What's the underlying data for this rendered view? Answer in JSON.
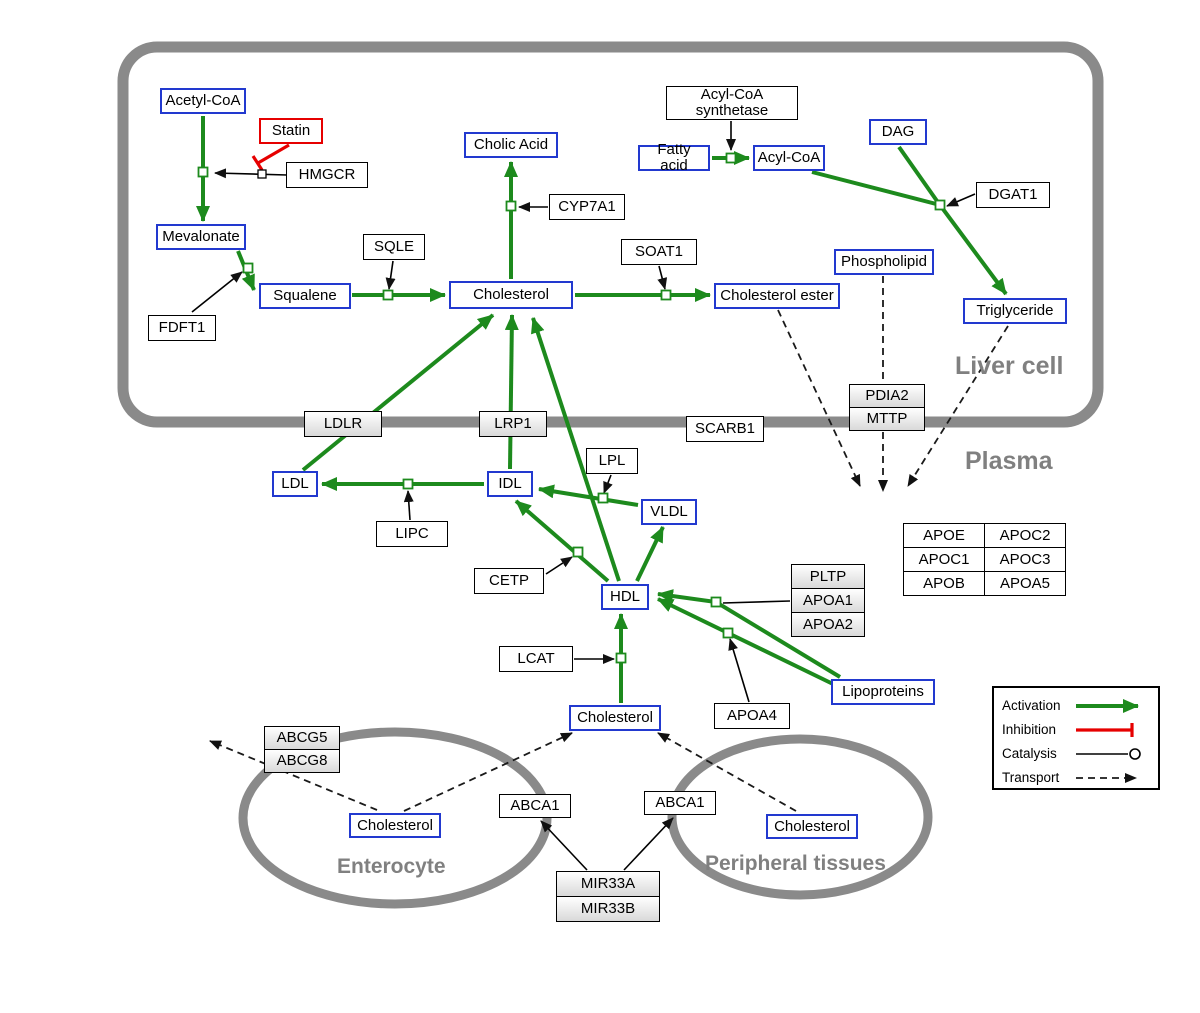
{
  "colors": {
    "activation_green": "#1d8a1d",
    "inhibition_red": "#e60000",
    "metabolite_blue": "#2239cf",
    "membrane_gray": "#8a8a8a"
  },
  "compartments": {
    "liver": "Liver cell",
    "plasma": "Plasma",
    "enterocyte": "Enterocyte",
    "peripheral": "Peripheral tissues"
  },
  "legend": {
    "activation": "Activation",
    "inhibition": "Inhibition",
    "catalysis": "Catalysis",
    "transport": "Transport"
  },
  "nodes": {
    "acetyl_coa": "Acetyl-CoA",
    "statin": "Statin",
    "hmgcr": "HMGCR",
    "mevalonate": "Mevalonate",
    "fdft1": "FDFT1",
    "squalene": "Squalene",
    "sqle": "SQLE",
    "cholic_acid": "Cholic Acid",
    "cyp7a1": "CYP7A1",
    "cholesterol_liver": "Cholesterol",
    "soat1": "SOAT1",
    "cholesterol_ester": "Cholesterol ester",
    "acyl_coa_synthetase": "Acyl-CoA synthetase",
    "fatty_acid": "Fatty acid",
    "acyl_coa": "Acyl-CoA",
    "dag": "DAG",
    "dgat1": "DGAT1",
    "phospholipid": "Phospholipid",
    "triglyceride": "Triglyceride",
    "ldlr": "LDLR",
    "lrp1": "LRP1",
    "scarb1": "SCARB1",
    "pdia2": "PDIA2",
    "mttp": "MTTP",
    "ldl": "LDL",
    "idl": "IDL",
    "lipc": "LIPC",
    "lpl": "LPL",
    "vldl": "VLDL",
    "cetp": "CETP",
    "hdl": "HDL",
    "lcat": "LCAT",
    "pltp": "PLTP",
    "apoa1": "APOA1",
    "apoa2": "APOA2",
    "apoa4": "APOA4",
    "lipoproteins": "Lipoproteins",
    "apoe": "APOE",
    "apoc2": "APOC2",
    "apoc1": "APOC1",
    "apoc3": "APOC3",
    "apob": "APOB",
    "apoa5": "APOA5",
    "cholesterol_plasma": "Cholesterol",
    "abcg5": "ABCG5",
    "abcg8": "ABCG8",
    "cholesterol_enterocyte": "Cholesterol",
    "abca1_enterocyte": "ABCA1",
    "abca1_peripheral": "ABCA1",
    "cholesterol_peripheral": "Cholesterol",
    "mir33a": "MIR33A",
    "mir33b": "MIR33B"
  }
}
